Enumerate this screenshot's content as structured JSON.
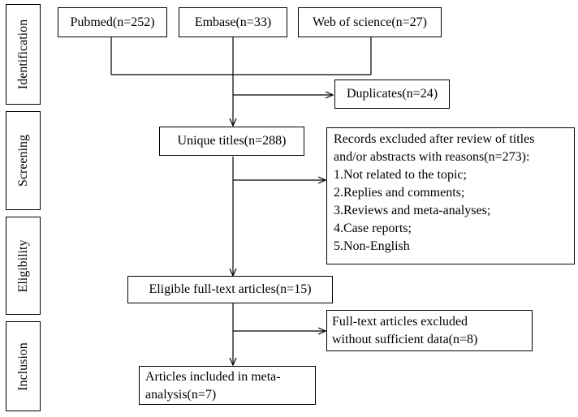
{
  "stages": [
    {
      "id": "identification",
      "label": "Identification"
    },
    {
      "id": "screening",
      "label": "Screening"
    },
    {
      "id": "eligibility",
      "label": "Eligibility"
    },
    {
      "id": "inclusion",
      "label": "Inclusion"
    }
  ],
  "sources": {
    "pubmed": "Pubmed(n=252)",
    "embase": "Embase(n=33)",
    "wos": "Web of science(n=27)"
  },
  "duplicates": "Duplicates(n=24)",
  "unique_titles": "Unique titles(n=288)",
  "screening_exclusion": {
    "heading_line1": "Records excluded after review of titles",
    "heading_line2": "and/or abstracts with reasons(n=273):",
    "reasons": [
      "1.Not related to the topic;",
      "2.Replies and comments;",
      "3.Reviews and meta-analyses;",
      "4.Case reports;",
      "5.Non-English"
    ]
  },
  "eligible": "Eligible full-text articles(n=15)",
  "fulltext_exclusion": {
    "line1": "Full-text articles excluded",
    "line2": "without sufficient data(n=8)"
  },
  "included": {
    "line1": "Articles included in meta-",
    "line2": "analysis(n=7)"
  }
}
